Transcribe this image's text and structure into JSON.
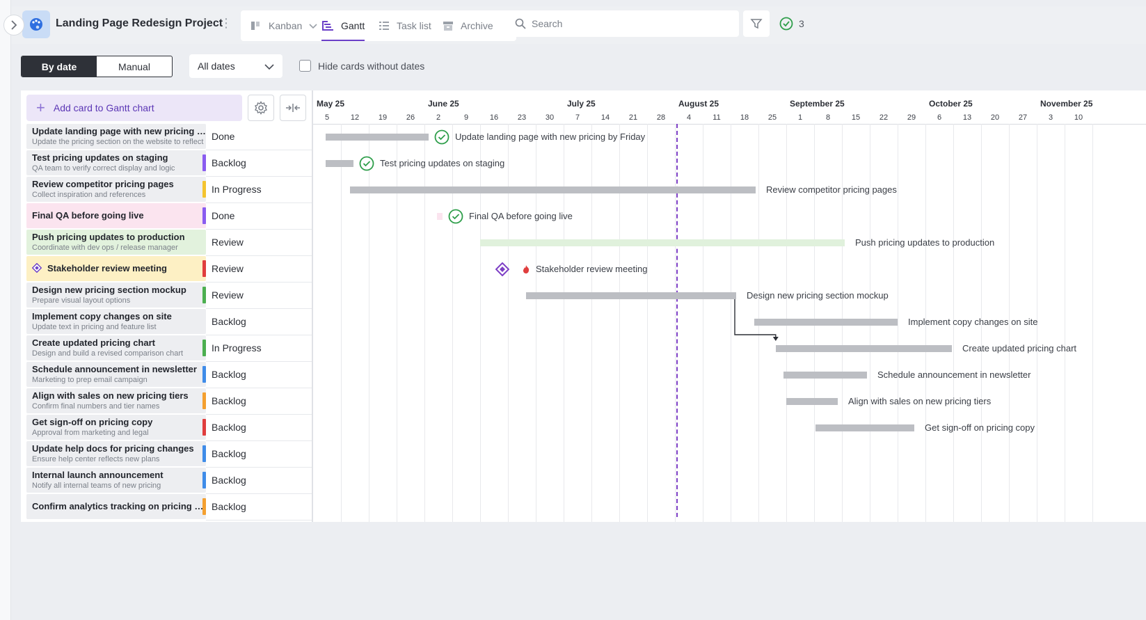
{
  "header": {
    "project_title": "Landing Page Redesign Project",
    "views": [
      {
        "label": "Kanban",
        "icon": "kanban-icon",
        "active": false
      },
      {
        "label": "Gantt",
        "icon": "gantt-icon",
        "active": true
      },
      {
        "label": "Task list",
        "icon": "list-icon",
        "active": false
      },
      {
        "label": "Archive",
        "icon": "archive-icon",
        "active": false
      }
    ],
    "search_placeholder": "Search",
    "completed_count": "3"
  },
  "toolbar": {
    "sort_modes": [
      "By date",
      "Manual"
    ],
    "sort_active": "By date",
    "date_filter": "All dates",
    "hide_cards_label": "Hide cards without dates",
    "hide_cards_checked": false
  },
  "gantt": {
    "add_card_label": "Add card to Gantt chart",
    "months": [
      "May 25",
      "June 25",
      "July 25",
      "August 25",
      "September 25",
      "October 25",
      "November 25"
    ],
    "days": [
      "5",
      "12",
      "19",
      "26",
      "2",
      "9",
      "16",
      "23",
      "30",
      "7",
      "14",
      "21",
      "28",
      "4",
      "11",
      "18",
      "25",
      "1",
      "8",
      "15",
      "22",
      "29",
      "6",
      "13",
      "20",
      "27",
      "3",
      "10"
    ],
    "today_week_index": 12.55,
    "accent_color": "#7d3fc5",
    "rows": [
      {
        "title": "Update landing page with new pricing b...",
        "subtitle": "Update the pricing section on the website to reflect",
        "status": "Done",
        "stripe": null,
        "card_bg": "#edeef1",
        "bar_label": "Update landing page with new pricing by Friday",
        "bar_start": -0.05,
        "bar_end": 3.65,
        "bar_color": "#bcbec3",
        "marker": "check"
      },
      {
        "title": "Test pricing updates on staging",
        "subtitle": "QA team to verify correct display and logic",
        "status": "Backlog",
        "stripe": "#8a5cf0",
        "card_bg": "#edeef1",
        "bar_label": "Test pricing updates on staging",
        "bar_start": -0.05,
        "bar_end": 0.95,
        "bar_color": "#bcbec3",
        "marker": "check"
      },
      {
        "title": "Review competitor pricing pages",
        "subtitle": "Collect inspiration and references",
        "status": "In Progress",
        "stripe": "#f4c430",
        "card_bg": "#edeef1",
        "bar_label": "Review competitor pricing pages",
        "bar_start": 0.82,
        "bar_end": 15.4,
        "bar_color": "#bcbec3",
        "marker": null
      },
      {
        "title": "Final QA before going live",
        "subtitle": "",
        "status": "Done",
        "stripe": "#8a5cf0",
        "card_bg": "#fbe4ef",
        "bar_label": "Final QA before going live",
        "bar_start": 3.95,
        "bar_end": 4.15,
        "bar_color": "#fbe4ef",
        "marker": "check"
      },
      {
        "title": "Push pricing updates to production",
        "subtitle": "Coordinate with dev ops / release manager",
        "status": "Review",
        "stripe": null,
        "card_bg": "#e2f2dd",
        "bar_label": "Push pricing updates to production",
        "bar_start": 5.5,
        "bar_end": 18.6,
        "bar_color": "#e0f1dc",
        "marker": null
      },
      {
        "title": "Stakeholder review meeting",
        "subtitle": "",
        "status": "Review",
        "stripe": "#e03e3e",
        "card_bg": "#fdf0c4",
        "bar_label": "Stakeholder review meeting",
        "bar_start": 6.3,
        "bar_end": 6.3,
        "bar_color": "#7d3fc5",
        "marker": "milestone"
      },
      {
        "title": "Design new pricing section mockup",
        "subtitle": "Prepare visual layout options",
        "status": "Review",
        "stripe": "#4caf50",
        "card_bg": "#edeef1",
        "bar_label": "Design new pricing section mockup",
        "bar_start": 7.15,
        "bar_end": 14.7,
        "bar_color": "#bcbec3",
        "marker": null
      },
      {
        "title": "Implement copy changes on site",
        "subtitle": "Update text in pricing and feature list",
        "status": "Backlog",
        "stripe": null,
        "card_bg": "#edeef1",
        "bar_label": "Implement copy changes on site",
        "bar_start": 15.35,
        "bar_end": 20.5,
        "bar_color": "#bcbec3",
        "marker": null
      },
      {
        "title": "Create updated pricing chart",
        "subtitle": "Design and build a revised comparison chart",
        "status": "In Progress",
        "stripe": "#4caf50",
        "card_bg": "#edeef1",
        "bar_label": "Create updated pricing chart",
        "bar_start": 16.12,
        "bar_end": 22.45,
        "bar_color": "#bcbec3",
        "marker": null
      },
      {
        "title": "Schedule announcement in newsletter",
        "subtitle": "Marketing to prep email campaign",
        "status": "Backlog",
        "stripe": "#3f8ce8",
        "card_bg": "#edeef1",
        "bar_label": "Schedule announcement in newsletter",
        "bar_start": 16.4,
        "bar_end": 19.4,
        "bar_color": "#bcbec3",
        "marker": null
      },
      {
        "title": "Align with sales on new pricing tiers",
        "subtitle": "Confirm final numbers and tier names",
        "status": "Backlog",
        "stripe": "#f4a030",
        "card_bg": "#edeef1",
        "bar_label": "Align with sales on new pricing tiers",
        "bar_start": 16.5,
        "bar_end": 18.35,
        "bar_color": "#bcbec3",
        "marker": null
      },
      {
        "title": "Get sign-off on pricing copy",
        "subtitle": "Approval from marketing and legal",
        "status": "Backlog",
        "stripe": "#e03e3e",
        "card_bg": "#edeef1",
        "bar_label": "Get sign-off on pricing copy",
        "bar_start": 17.55,
        "bar_end": 21.1,
        "bar_color": "#bcbec3",
        "marker": null
      },
      {
        "title": "Update help docs for pricing changes",
        "subtitle": "Ensure help center reflects new plans",
        "status": "Backlog",
        "stripe": "#3f8ce8",
        "card_bg": "#edeef1",
        "bar_label": "",
        "bar_start": null,
        "bar_end": null,
        "bar_color": "#bcbec3",
        "marker": null
      },
      {
        "title": "Internal launch announcement",
        "subtitle": "Notify all internal teams of new pricing",
        "status": "Backlog",
        "stripe": "#3f8ce8",
        "card_bg": "#edeef1",
        "bar_label": "",
        "bar_start": null,
        "bar_end": null,
        "bar_color": "#bcbec3",
        "marker": null
      },
      {
        "title": "Confirm analytics tracking on pricing s...",
        "subtitle": "",
        "status": "Backlog",
        "stripe": "#f4a030",
        "card_bg": "#edeef1",
        "bar_label": "",
        "bar_start": null,
        "bar_end": null,
        "bar_color": "#bcbec3",
        "marker": null
      }
    ]
  }
}
